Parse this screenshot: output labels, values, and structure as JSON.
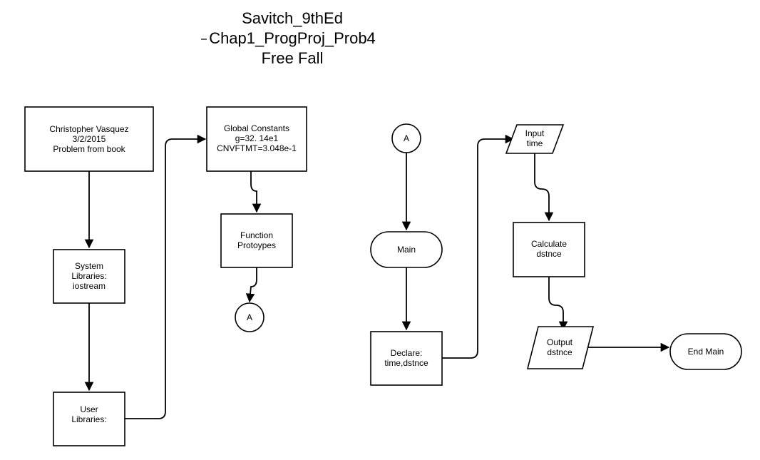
{
  "title": {
    "line1": "Savitch_9thEd",
    "line2": "Chap1_ProgProj_Prob4",
    "line3": "Free Fall"
  },
  "nodes": {
    "author": [
      "Christopher Vasquez",
      "3/2/2015",
      "Problem from book"
    ],
    "system_libraries": [
      "System",
      "Libraries:",
      "iostream"
    ],
    "user_libraries": [
      "User",
      "Libraries:"
    ],
    "global_constants": [
      "Global Constants",
      "g=32. 14e1",
      "CNVFTMT=3.048e-1"
    ],
    "function_prototypes": [
      "Function",
      "Protoypes"
    ],
    "connector_out": "A",
    "connector_in": "A",
    "main": "Main",
    "declare": [
      "Declare:",
      "time,dstnce"
    ],
    "input": [
      "Input",
      "time"
    ],
    "calculate": [
      "Calculate",
      "dstnce"
    ],
    "output": [
      "Output",
      "dstnce"
    ],
    "end_main": "End Main"
  }
}
